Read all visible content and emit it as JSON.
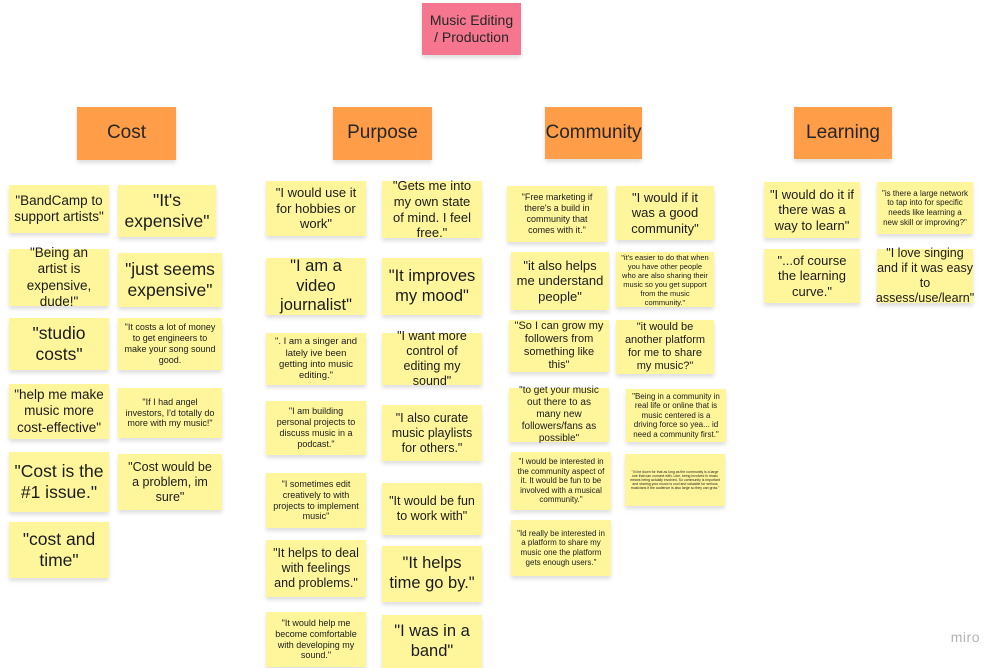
{
  "root": "Music Editing / Production",
  "watermark": "miro",
  "columns": [
    {
      "title": "Cost",
      "notes": [
        "\"BandCamp to support artists\"",
        "\"It's expensive\"",
        "\"Being an artist is expensive, dude!\"",
        "\"just seems expensive\"",
        "\"studio costs\"",
        "\"It costs a lot of money to get engineers to make your song sound good.",
        "\"help me make music more cost-effective\"",
        "\"If I had angel investors, I'd totally do more with my music!\"",
        "\"Cost is the #1 issue.\"",
        "\"Cost would be a problem, im sure\"",
        "\"cost and time\""
      ]
    },
    {
      "title": "Purpose",
      "notes": [
        "\"I would use it for hobbies or work\"",
        "\"Gets me into my own state of mind. I feel free.\"",
        "\"I am a video journalist\"",
        "\"It improves my mood\"",
        "\". I am a singer and lately ive been getting into music editing.\"",
        "\"I want more control of editing my sound\"",
        "\"I am building personal projects to discuss music in a podcast.\"",
        "\"I also curate music playlists for others.\"",
        "\"I sometimes edit creatively to with projects to implement music\"",
        "\"It would be fun to work with\"",
        "\"It helps to deal with feelings and problems.\"",
        "\"It helps time go by.\"",
        "\"It would help me become comfortable with developing my sound.\"",
        "\"I was in a band\""
      ]
    },
    {
      "title": "Community",
      "notes": [
        "\"Free marketing if there's a build in community that comes with it.\"",
        "\"I would if it was a good community\"",
        "\"it also helps me understand people\"",
        "\"it's easier to do that when you have other people who are also sharing their music so you get support from the music community.\"",
        "\"So I can grow my followers from something like this\"",
        "\"it would be another platform for me to share my music?\"",
        "\"to get your music out there to as many new followers/fans as possible\"",
        "\"Being in a community in real life or online that is music centered is a driving force so yea... id need a community first.\"",
        "\"I would be interested in the community aspect of it. It would be fun to be involved with a musical community.\"",
        "\"I'd be down for that as long as the community is a large one that can connect with. Like, being involved in music means being actually involved. So community is important and sharing your music is cool and valuable for serious musicians if the audience is also large so they can grow.\"",
        "\"Id really be interested in a platform to share my music one the platform gets enough users.\""
      ]
    },
    {
      "title": "Learning",
      "notes": [
        "\"I would do it if there was a way to learn\"",
        "\"is there a large network to tap into for specific needs like learning a new skill or improving?\"",
        "\"...of course the learning curve.\"",
        "\"I love singing and if it was easy to assess/use/learn\""
      ]
    }
  ]
}
